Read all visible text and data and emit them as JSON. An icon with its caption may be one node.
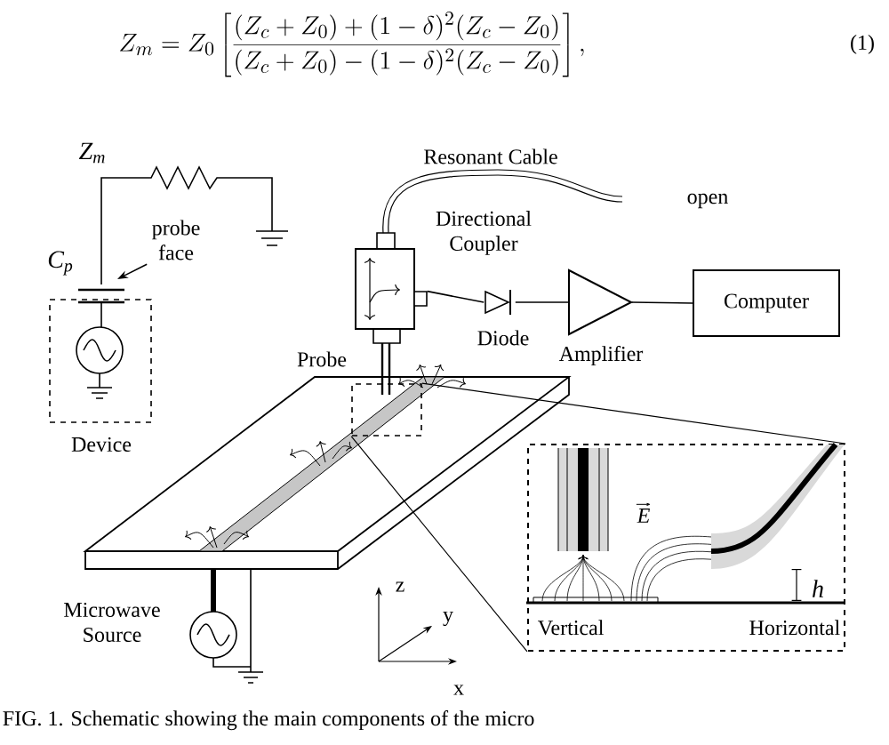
{
  "diagram": {
    "caption": "FIG. 1. Schematic showing the main components of the micro",
    "nodes": [
      {
        "text": [],
        "shape": "box"
      },
      {
        "text": [
          "Diode"
        ]
      },
      {
        "text": [
          "Amplifier"
        ]
      },
      {
        "text": [
          "Computer"
        ]
      },
      {
        "text": [
          "Device"
        ]
      },
      {
        "text": [
          "Microwave Source"
        ]
      },
      {
        "text": [],
        "shape": "box"
      },
      {
        "text": [
          "Vertical",
          "Horizontal"
        ]
      },
      {
        "text": [
          "probe face"
        ]
      }
    ],
    "edges": [
      {
        "from": 0,
        "to": 1,
        "arrow": "none"
      },
      {
        "from": 1,
        "to": 2,
        "arrow": "none"
      },
      {
        "from": 2,
        "to": 3,
        "arrow": "none"
      },
      {
        "from": 6,
        "to": 7,
        "arrow": "none"
      },
      {
        "from": 6,
        "to": 7,
        "arrow": "none"
      },
      {
        "from": 8,
        "to": null,
        "arrow": "to"
      }
    ],
    "labels": [
      "Directional Coupler",
      "Z_m = Z_0\\left[\\frac{(Z_c+Z_0)+(1-\\delta)^2(Z_c-Z_0)}{(Z_c+Z_0)-(1-\\delta)^2(Z_c-Z_0)}\\right],",
      "(1)",
      "Z$_{m}$",
      "C$_{p}$",
      "Resonant Cable",
      "open",
      "Probe",
      "z",
      "y",
      "x",
      "E",
      "h"
    ]
  }
}
